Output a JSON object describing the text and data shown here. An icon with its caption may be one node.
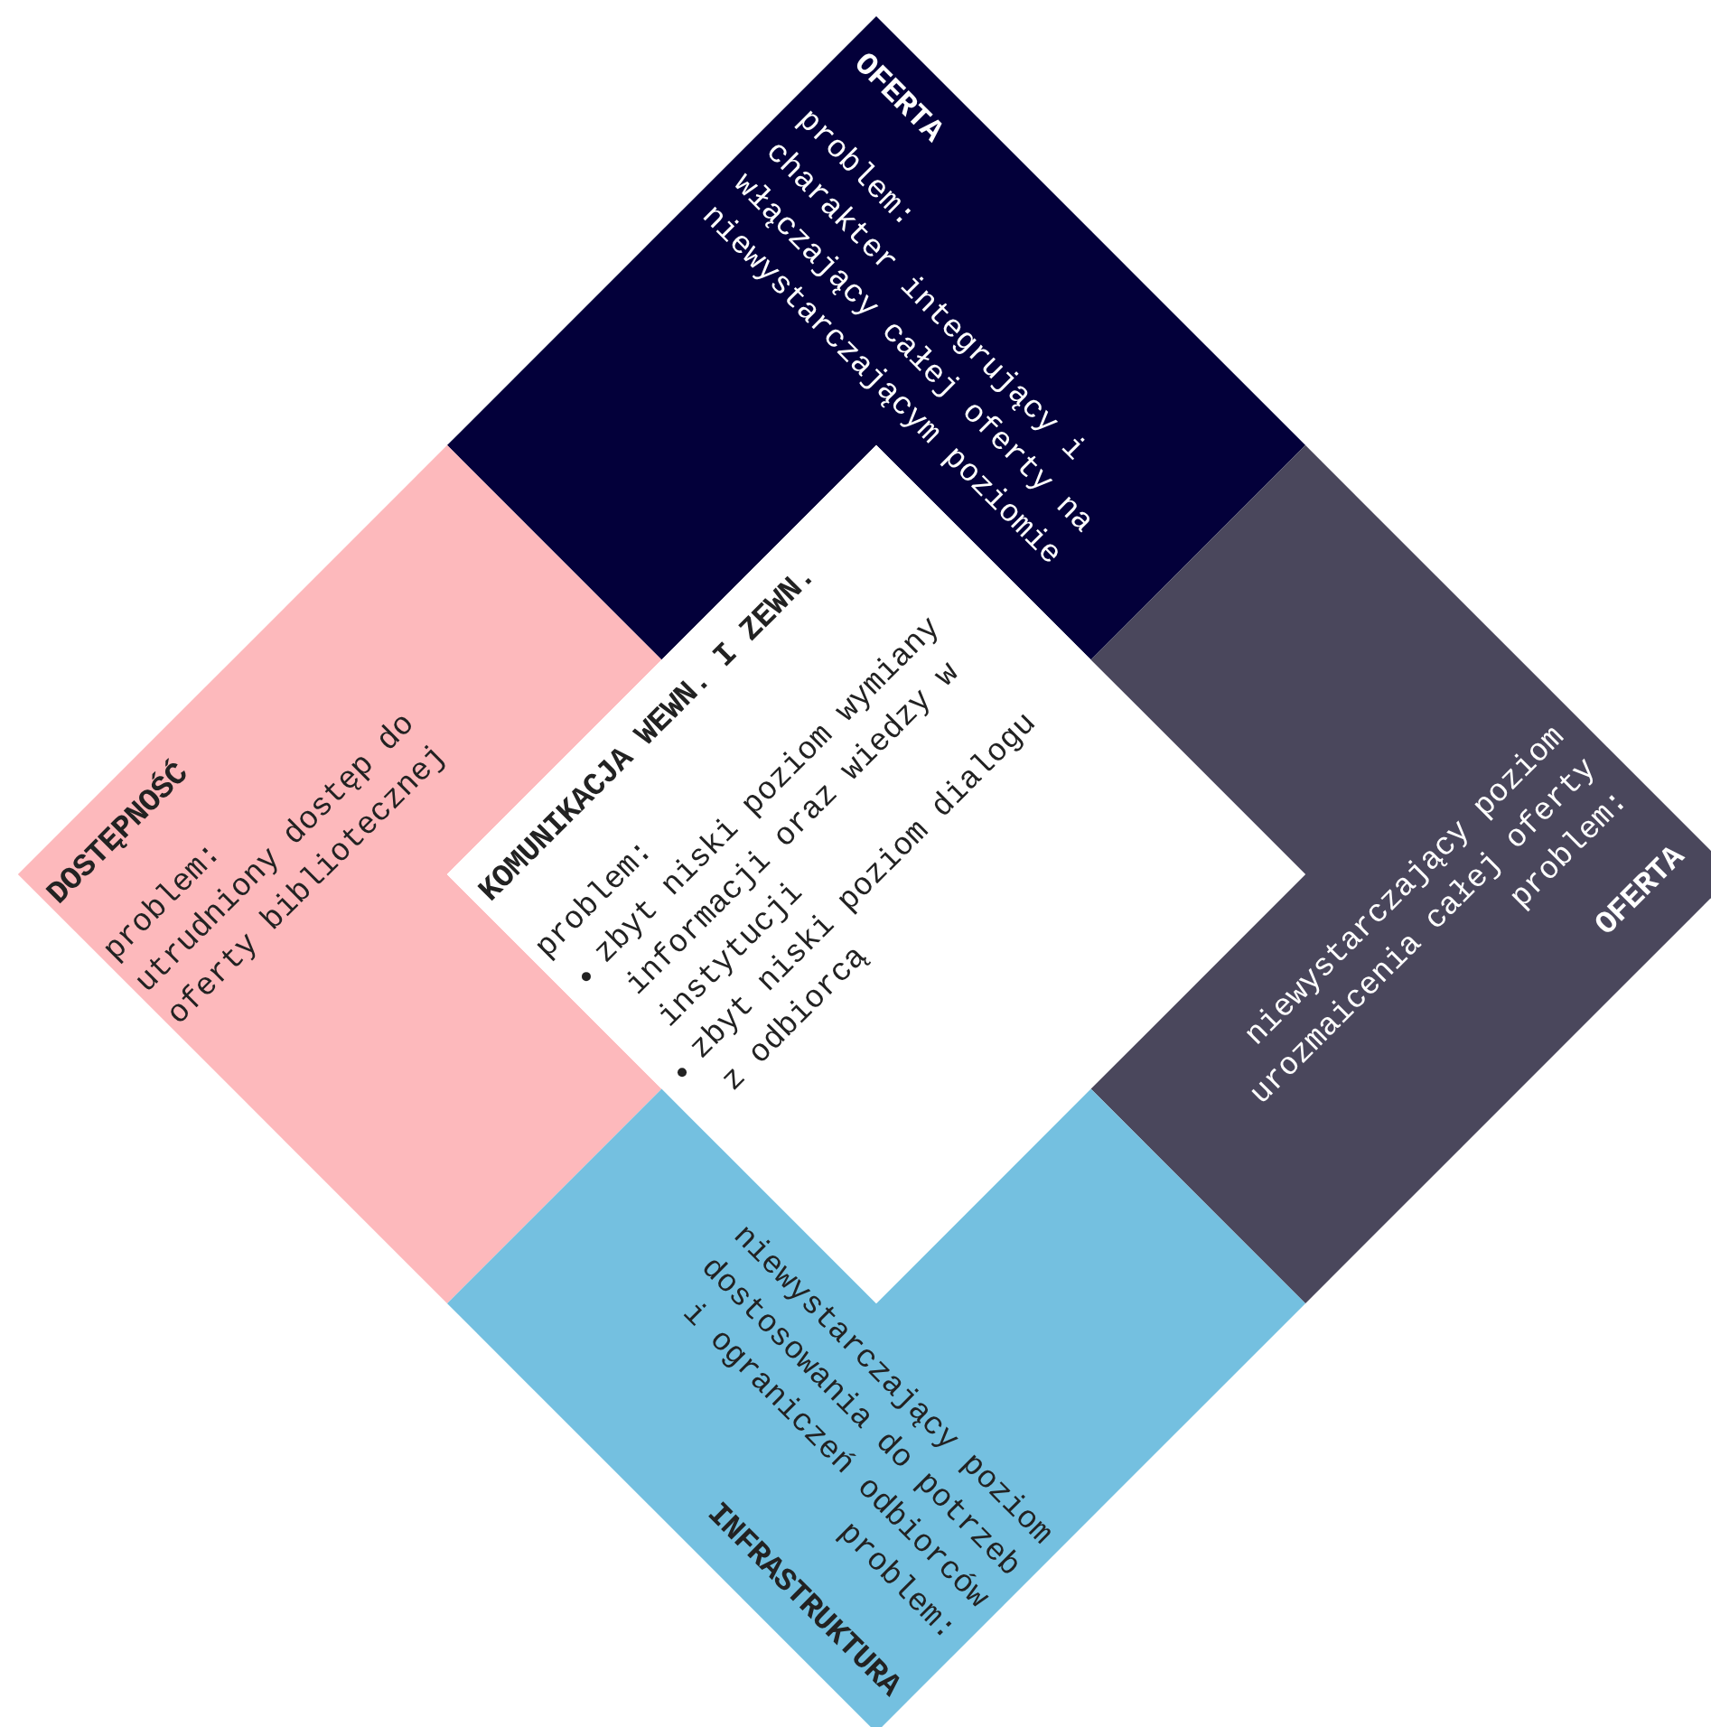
{
  "diagram": {
    "nodes": [
      {
        "text": [
          "OFERTA",
          "problem:",
          "charakter integrujący i włączający całej oferty na niewystarczającym poziomie"
        ]
      },
      {
        "text": [
          "DOSTĘPNOŚĆ",
          "problem:",
          "utrudniony dostęp do oferty bibliotecznej"
        ]
      },
      {
        "text": [
          "KOMUNIKACJA WEWN. I ZEWN.",
          "problem:",
          "zbyt niski poziom wymiany informacji oraz wiedzy w instytucji",
          "zbyt niski poziom dialogu z odbiorcą"
        ]
      },
      {
        "text": [
          "niewystarczający poziom urozmaicenia całej oferty",
          "problem:",
          "OFERTA"
        ]
      },
      {
        "text": [
          "niewystarczający poziom dostosowania do potrzeb i ograniczeń odbiorców",
          "problem:",
          "INFRASTRUKTURA"
        ]
      }
    ]
  }
}
